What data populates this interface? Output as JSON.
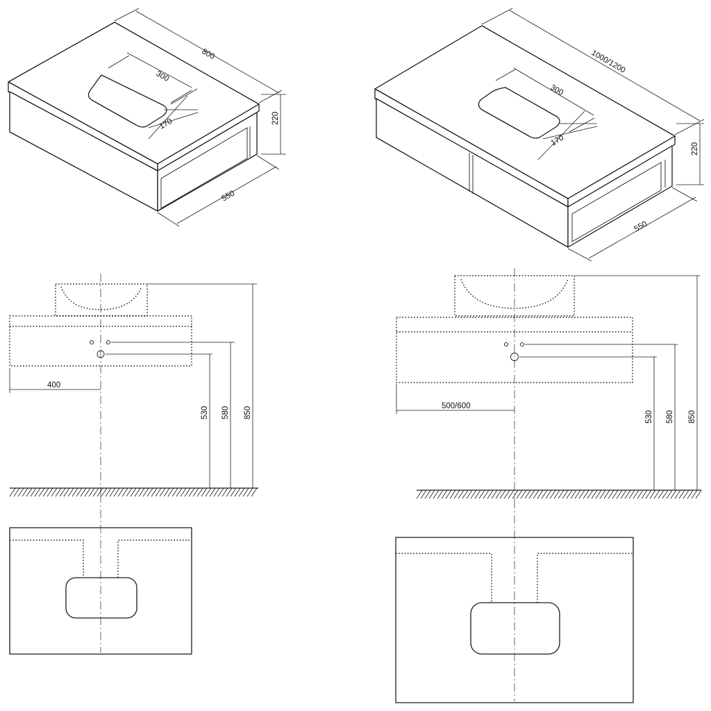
{
  "labels": {
    "iso_small_width": "800",
    "iso_small_basin_length": "300",
    "iso_small_basin_width": "170",
    "iso_small_height": "220",
    "iso_small_depth": "550",
    "iso_large_width": "1000/1200",
    "iso_large_basin_length": "300",
    "iso_large_basin_width": "170",
    "iso_large_height": "220",
    "iso_large_depth": "550",
    "front_small_offset": "400",
    "front_small_h1": "530",
    "front_small_h2": "580",
    "front_small_h3": "850",
    "front_large_offset": "500/600",
    "front_large_h1": "530",
    "front_large_h2": "580",
    "front_large_h3": "850"
  }
}
